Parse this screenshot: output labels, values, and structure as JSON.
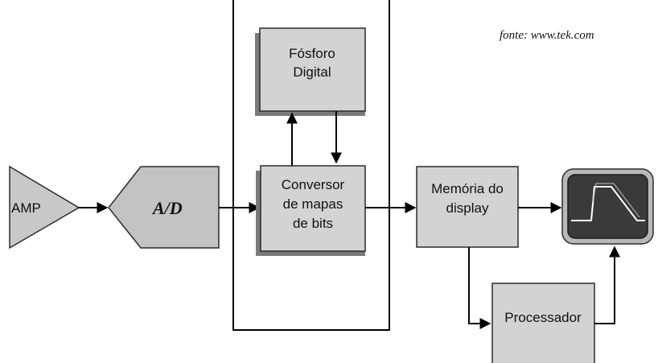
{
  "source_credit": "fonte: www.tek.com",
  "blocks": {
    "amp": "AMP",
    "adc": "A/D",
    "phosphor": [
      "Fósforo",
      "Digital"
    ],
    "rasterizer": [
      "Conversor",
      "de mapas",
      "de bits"
    ],
    "display_memory": [
      "Memória do",
      "display"
    ],
    "processor": "Processador"
  },
  "colors": {
    "block_fill": "#d3d3d3",
    "block_shadow": "#7a7a7a",
    "adc_fill": "#c2c2c2",
    "screen_fill": "#3a3a3a",
    "trace": "#ffffff"
  }
}
